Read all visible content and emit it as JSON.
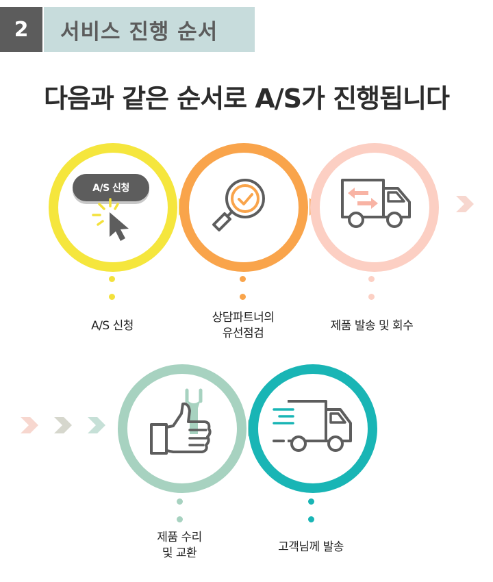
{
  "section": {
    "number": "2",
    "title": "서비스 진행 순서"
  },
  "heading": "다음과 같은 순서로 A/S가 진행됩니다",
  "steps": [
    {
      "label_lines": [
        "A/S 신청"
      ],
      "color": "#f5e63d",
      "dot_color": "#f3e13c",
      "icon": "cursor-click-icon",
      "badge": "A/S 신청"
    },
    {
      "label_lines": [
        "상담파트너의",
        "유선점검"
      ],
      "color": "#f9a44b",
      "dot_color": "#f9a44b",
      "icon": "magnifier-check-icon"
    },
    {
      "label_lines": [
        "제품 발송 및 회수"
      ],
      "color": "#fccfc3",
      "dot_color": "#fcd0c4",
      "icon": "truck-exchange-icon"
    },
    {
      "label_lines": [
        "제품 수리",
        "및 교환"
      ],
      "color": "#a7d2c0",
      "dot_color": "#a7d2c0",
      "icon": "thumbs-up-wrench-icon"
    },
    {
      "label_lines": [
        "고객님께 발송"
      ],
      "color": "#19b5b5",
      "dot_color": "#19b5b5",
      "icon": "fast-truck-icon"
    }
  ],
  "colors": {
    "header_number_bg": "#5c5c5c",
    "header_title_bg": "#c7dcdc",
    "icon_gray": "#5d5d5d",
    "chevron_pink": "#f7d7cf",
    "chevron_gray": "#d6d7cd",
    "chevron_mint": "#c6e0d7"
  }
}
